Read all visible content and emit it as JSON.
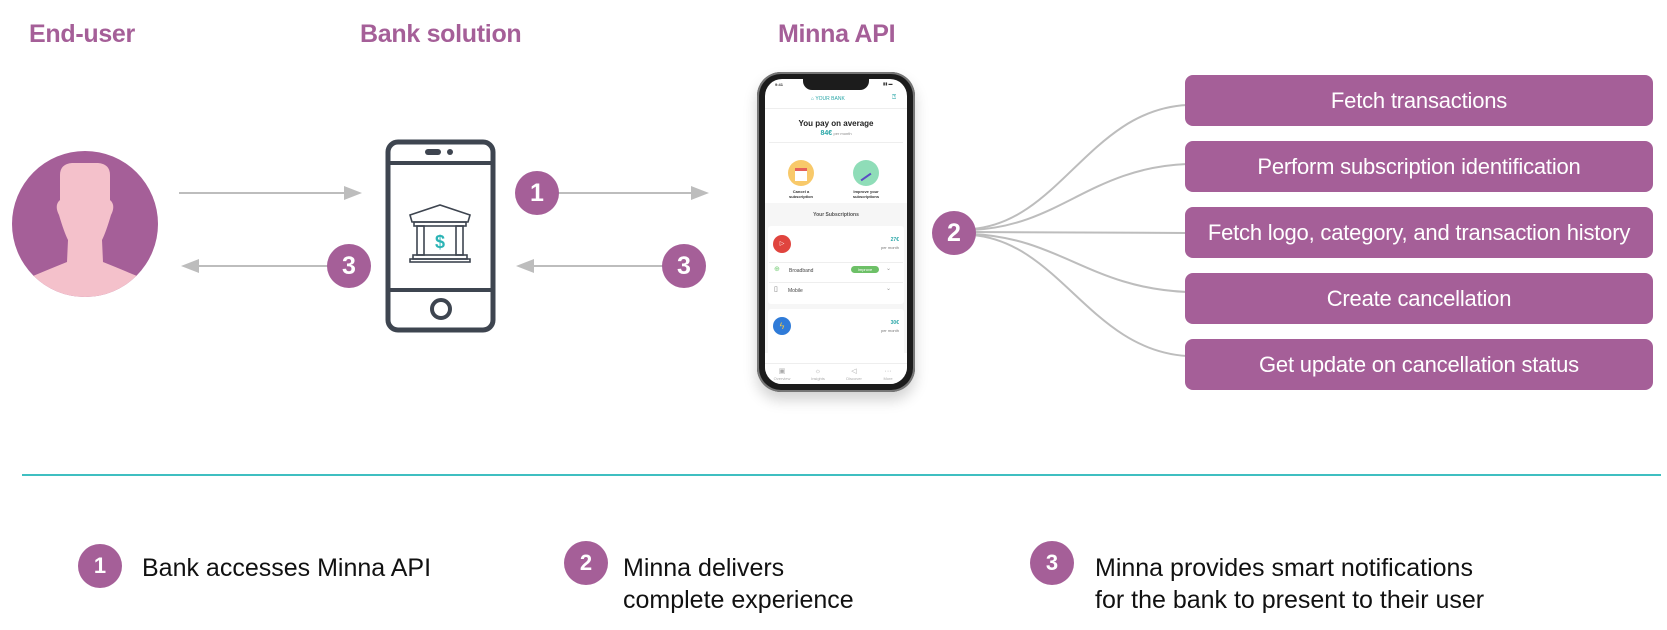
{
  "headings": {
    "end_user": "End-user",
    "bank_solution": "Bank solution",
    "minna_api": "Minna API"
  },
  "steps": {
    "one": "1",
    "two": "2",
    "three": "3"
  },
  "actions": [
    {
      "label": "Fetch transactions"
    },
    {
      "label": "Perform subscription identification"
    },
    {
      "label": "Fetch logo, category, and transaction history"
    },
    {
      "label": "Create cancellation"
    },
    {
      "label": "Get update on cancellation status"
    }
  ],
  "legend": [
    {
      "number": "1",
      "line1": "Bank accesses Minna API",
      "line2": ""
    },
    {
      "number": "2",
      "line1": "Minna delivers",
      "line2": "complete experience"
    },
    {
      "number": "3",
      "line1": "Minna provides smart notifications",
      "line2": "for the bank to present to their user"
    }
  ],
  "app_screen": {
    "time": "9:41",
    "bank_label": "YOUR BANK",
    "headline": "You pay on average",
    "amount": "84€",
    "amount_unit": "per month",
    "quick_actions": [
      {
        "label_line1": "Cancel a",
        "label_line2": "subscription",
        "icon": "calendar-cancel-icon"
      },
      {
        "label_line1": "Improve your",
        "label_line2": "subscriptions",
        "icon": "chart-up-icon"
      }
    ],
    "section_title": "Your Subscriptions",
    "cards": [
      {
        "price": "27€",
        "unit": "per month",
        "icon": "streaming-icon"
      },
      {
        "price": "30€",
        "unit": "per month",
        "icon": "lightning-icon"
      }
    ],
    "rows": [
      {
        "label": "Broadband",
        "badge": "Improve"
      },
      {
        "label": "Mobile",
        "badge": ""
      }
    ],
    "tabs": [
      "Overview",
      "Insights",
      "Discover",
      "More"
    ]
  },
  "colors": {
    "brand_purple": "#A55F98",
    "divider_teal": "#3FBFC1",
    "arrow_gray": "#BDBDBD",
    "icon_dark": "#3E4550"
  }
}
